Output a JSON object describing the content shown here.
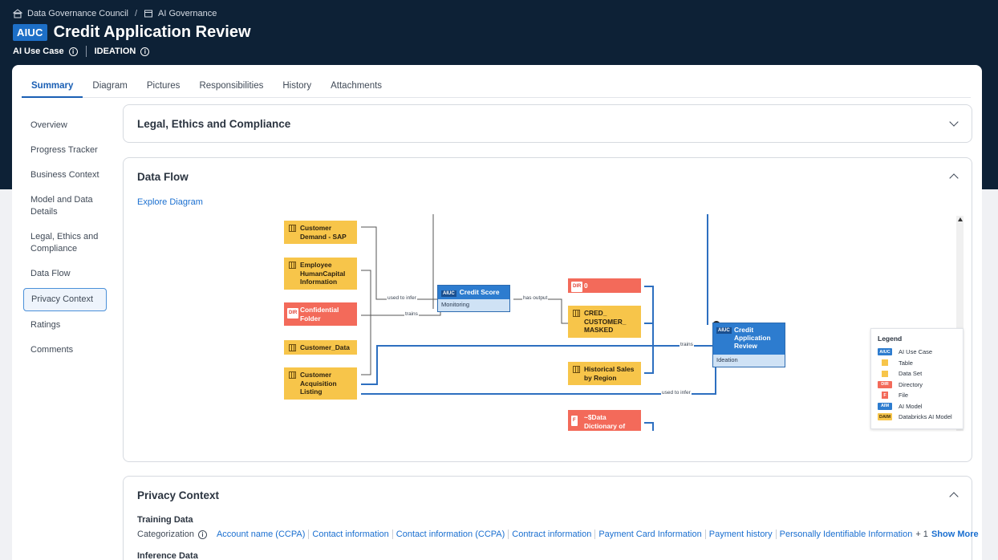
{
  "breadcrumb": {
    "items": [
      "Data Governance Council",
      "AI Governance"
    ],
    "separator": "/"
  },
  "header": {
    "badge": "AIUC",
    "title": "Credit Application Review",
    "type_label": "AI Use Case",
    "stage_label": "IDEATION"
  },
  "tabs": [
    "Summary",
    "Diagram",
    "Pictures",
    "Responsibilities",
    "History",
    "Attachments"
  ],
  "sidenav": [
    "Overview",
    "Progress Tracker",
    "Business Context",
    "Model and Data Details",
    "Legal, Ethics and Compliance",
    "Data Flow",
    "Privacy Context",
    "Ratings",
    "Comments"
  ],
  "sections": {
    "legal": "Legal, Ethics and Compliance",
    "dataflow": "Data Flow",
    "privacy": "Privacy Context"
  },
  "dataflow": {
    "explore_link": "Explore Diagram",
    "nodes": {
      "customer_demand": "Customer Demand - SAP",
      "employee": "Employee HumanCapital Information",
      "confidential": "Confidential Folder",
      "customer_data": "Customer_Data",
      "customer_acq": "Customer Acquisition Listing",
      "credit_score": "Credit Score",
      "credit_score_sub": "Monitoring",
      "dir_zero": "0",
      "cred_masked": "CRED_ CUSTOMER_ MASKED",
      "historical": "Historical Sales by Region",
      "data_dict": "~$Data Dictionary of Contoso BI",
      "credit_app": "Credit Application Review",
      "credit_app_sub": "Ideation"
    },
    "tags": {
      "aiuc": "AIUC",
      "dir": "DIR",
      "file": "F"
    },
    "edges": {
      "used_to_infer": "used to infer",
      "trains": "trains",
      "has_output": "has output"
    },
    "legend": {
      "title": "Legend",
      "items": [
        {
          "label": "AI Use Case",
          "tag": "AIUC",
          "color": "#2d7ccf"
        },
        {
          "label": "Table",
          "tag": "",
          "color": "#f7c54a"
        },
        {
          "label": "Data Set",
          "tag": "",
          "color": "#f7c54a"
        },
        {
          "label": "Directory",
          "tag": "DIR",
          "color": "#f36a5a"
        },
        {
          "label": "File",
          "tag": "F",
          "color": "#f36a5a"
        },
        {
          "label": "AI Model",
          "tag": "AIM",
          "color": "#2d7ccf"
        },
        {
          "label": "Databricks AI Model",
          "tag": "DAIM",
          "color": "#f7c54a"
        }
      ]
    }
  },
  "privacy": {
    "training_label": "Training Data",
    "categorization_label": "Categorization",
    "categories": [
      "Account name (CCPA)",
      "Contact information",
      "Contact information (CCPA)",
      "Contract information",
      "Payment Card Information",
      "Payment history",
      "Personally Identifiable Information"
    ],
    "more_count": "+ 1",
    "show_more": "Show More",
    "inference_label": "Inference Data"
  }
}
